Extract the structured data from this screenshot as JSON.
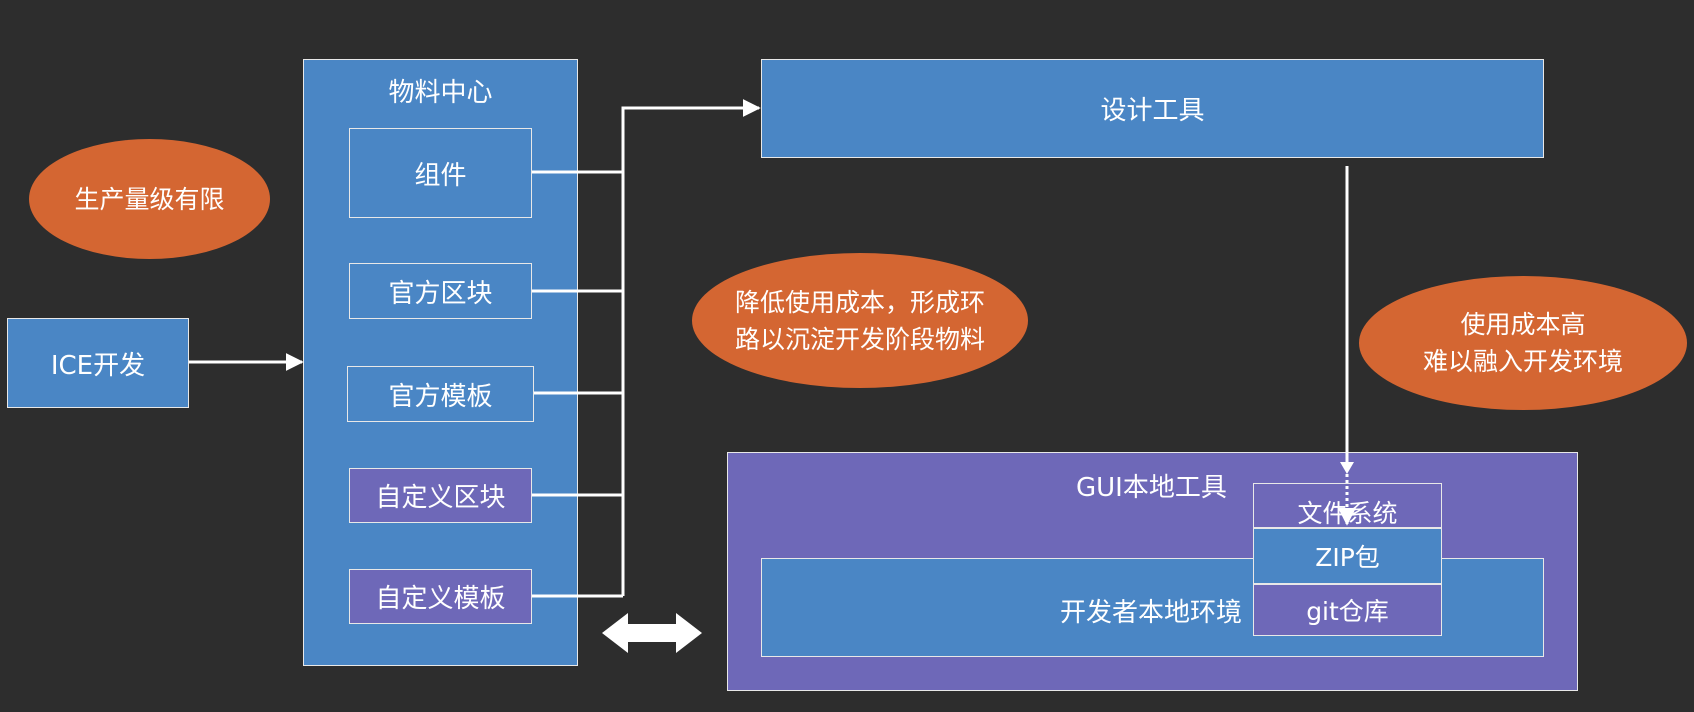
{
  "nodes": {
    "ice_dev": "ICE开发",
    "material_center": "物料中心",
    "components": "组件",
    "official_blocks": "官方区块",
    "official_templates": "官方模板",
    "custom_blocks": "自定义区块",
    "custom_templates": "自定义模板",
    "design_tools": "设计工具",
    "gui_local_tool": "GUI本地工具",
    "dev_local_env": "开发者本地环境",
    "file_system": "文件系统",
    "zip_package": "ZIP包",
    "git_repo": "git仓库"
  },
  "annotations": {
    "limited_production": "生产量级有限",
    "reduce_cost_line1": "降低使用成本，形成环",
    "reduce_cost_line2": "路以沉淀开发阶段物料",
    "high_cost_line1": "使用成本高",
    "high_cost_line2": "难以融入开发环境"
  },
  "colors": {
    "background": "#2d2d2d",
    "box_blue": "#4a86c5",
    "box_purple": "#6e68b8",
    "ellipse_orange": "#d46632",
    "line": "#ffffff"
  }
}
